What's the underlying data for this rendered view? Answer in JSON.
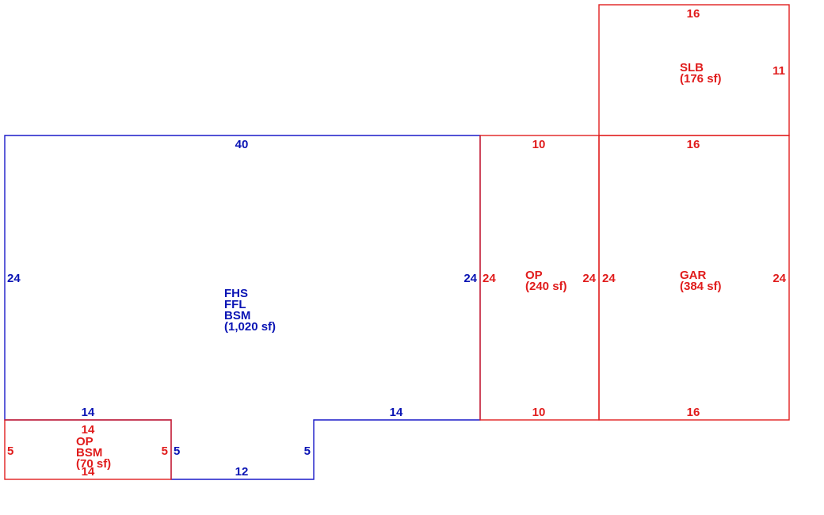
{
  "colors": {
    "main_structure": "#0a14b4",
    "attached_areas": "#e01c1c",
    "background": "#ffffff"
  },
  "areas": {
    "main": {
      "lines": [
        "FHS",
        "FFL",
        "BSM",
        "(1,020 sf)"
      ]
    },
    "op_front": {
      "lines": [
        "OP",
        "(240 sf)"
      ]
    },
    "garage": {
      "lines": [
        "GAR",
        "(384 sf)"
      ]
    },
    "slab": {
      "lines": [
        "SLB",
        "(176 sf)"
      ]
    },
    "op_back": {
      "lines": [
        "OP",
        "BSM",
        "(70 sf)"
      ]
    }
  },
  "dimensions": {
    "main": {
      "top": "40",
      "left": "24",
      "right": "24",
      "bottom_left": "14",
      "bottom_right": "14",
      "notch_left": "5",
      "notch_right": "5",
      "notch_bottom": "12"
    },
    "op_front": {
      "top": "10",
      "bottom": "10",
      "left": "24",
      "right": "24"
    },
    "garage": {
      "top": "16",
      "bottom": "16",
      "left": "24",
      "right": "24"
    },
    "slab": {
      "top": "16",
      "right": "11"
    },
    "op_back": {
      "top": "14",
      "bottom": "14",
      "left": "5",
      "right": "5"
    }
  }
}
